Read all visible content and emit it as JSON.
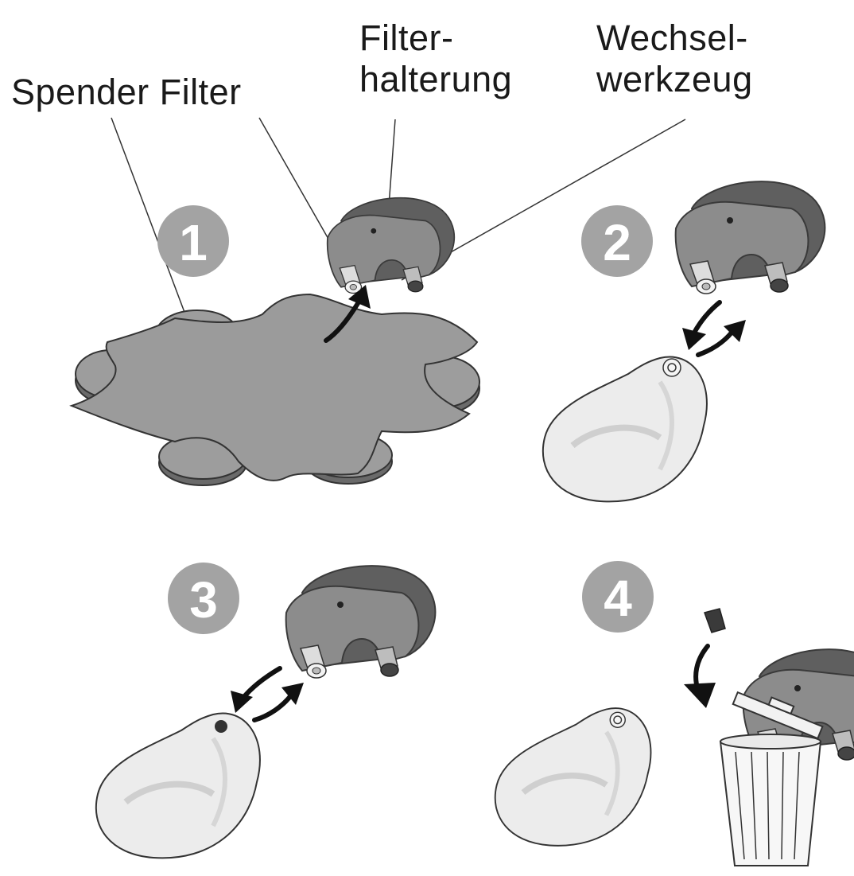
{
  "labels": {
    "dispenser": "Spender Filter",
    "holder_line1": "Filter-",
    "holder_line2": "halterung",
    "tool_line1": "Wechsel-",
    "tool_line2": "werkzeug"
  },
  "steps": [
    "1",
    "2",
    "3",
    "4"
  ],
  "colors": {
    "dark_gray": "#5b5b5b",
    "mid_gray": "#8a8a8a",
    "light_gray": "#9a9a9a",
    "badge_gray": "#a3a3a3",
    "dome_fill": "#ececec",
    "outline": "#3a3a3a"
  }
}
